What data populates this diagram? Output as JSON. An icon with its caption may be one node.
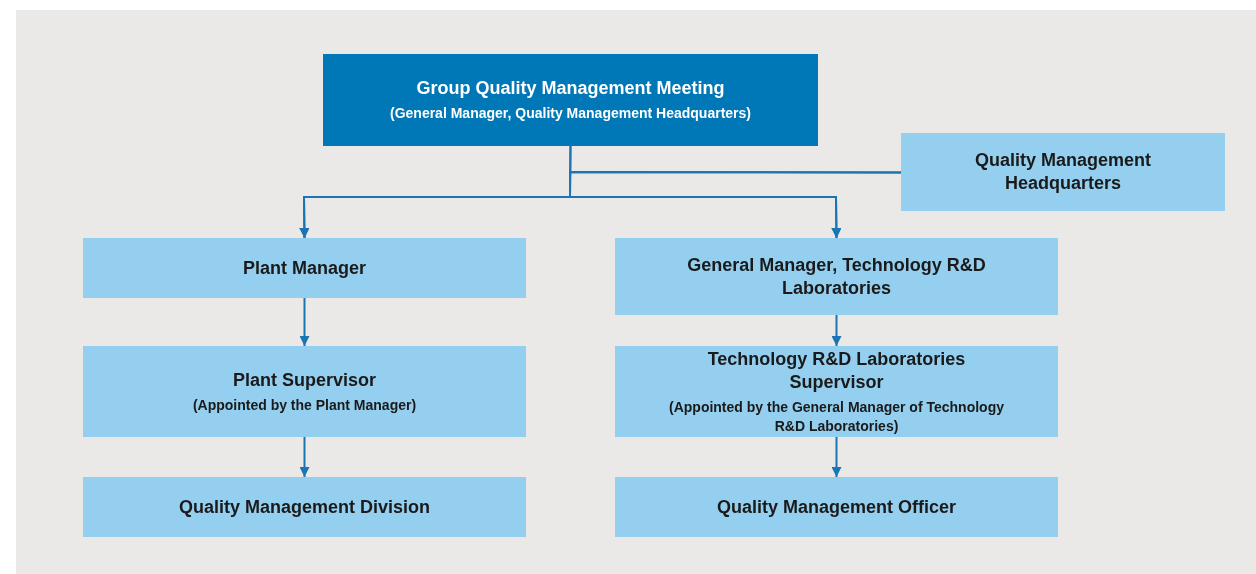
{
  "diagram": {
    "nodes": [
      {
        "text": [
          "Group Quality Management Meeting",
          "(General Manager, Quality Management Headquarters)"
        ]
      },
      {
        "text": [
          "Quality Management Headquarters"
        ]
      },
      {
        "text": [
          "Plant Manager"
        ]
      },
      {
        "text": [
          "General Manager, Technology R&D Laboratories"
        ]
      },
      {
        "text": [
          "Plant Supervisor",
          "(Appointed by the Plant Manager)"
        ]
      },
      {
        "text": [
          "Technology R&D Laboratories Supervisor",
          "(Appointed by the General Manager of Technology R&D Laboratories)"
        ]
      },
      {
        "text": [
          "Quality Management Division"
        ]
      },
      {
        "text": [
          "Quality Management Officer"
        ]
      }
    ],
    "edges": [
      {
        "from": 0,
        "to": 2,
        "arrow": "to"
      },
      {
        "from": 0,
        "to": 3,
        "arrow": "to"
      },
      {
        "from": 1,
        "to": 2,
        "arrow": "to"
      },
      {
        "from": 1,
        "to": 3,
        "arrow": "to"
      },
      {
        "from": 2,
        "to": 4,
        "arrow": "to"
      },
      {
        "from": 4,
        "to": 6,
        "arrow": "to"
      },
      {
        "from": 3,
        "to": 5,
        "arrow": "to"
      },
      {
        "from": 5,
        "to": 7,
        "arrow": "to"
      }
    ]
  }
}
